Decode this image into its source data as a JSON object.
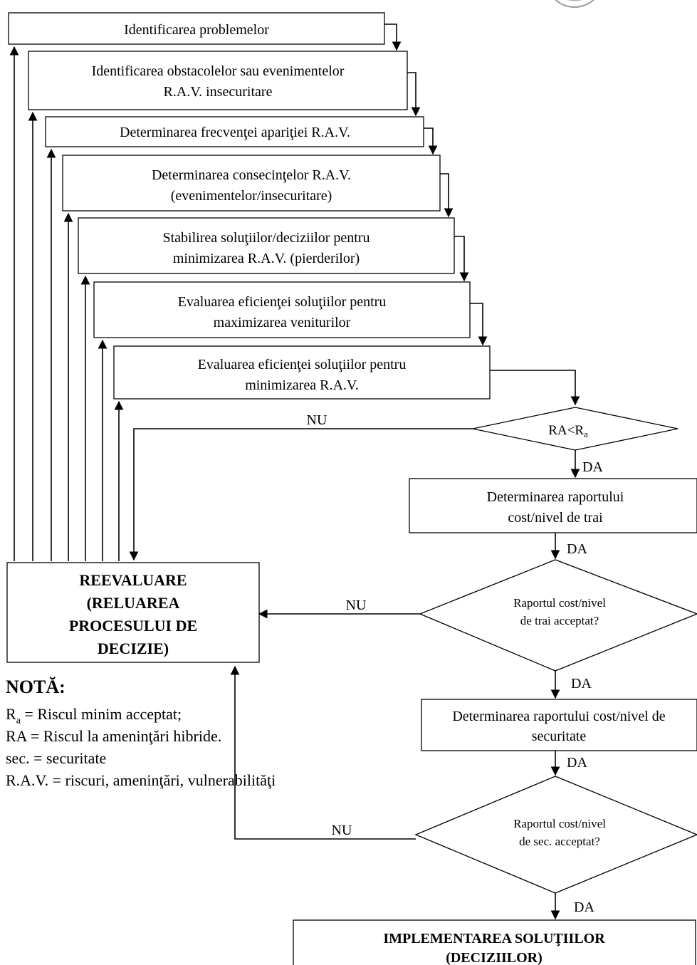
{
  "steps": [
    {
      "line1": "Identificarea problemelor",
      "line2": ""
    },
    {
      "line1": "Identificarea obstacolelor sau evenimentelor",
      "line2": "R.A.V. insecuritare"
    },
    {
      "line1": "Determinarea frecvenţei apariţiei R.A.V.",
      "line2": ""
    },
    {
      "line1": "Determinarea consecinţelor R.A.V.",
      "line2": "(evenimentelor/insecuritare)"
    },
    {
      "line1": "Stabilirea soluţiilor/deciziilor pentru",
      "line2": "minimizarea R.A.V. (pierderilor)"
    },
    {
      "line1": "Evaluarea eficienţei soluţiilor pentru",
      "line2": "maximizarea veniturilor"
    },
    {
      "line1": "Evaluarea eficienţei soluţiilor pentru",
      "line2": "minimizarea R.A.V."
    }
  ],
  "decision1": {
    "text": "RA<R",
    "sub": "a"
  },
  "box_cost_trai": {
    "line1": "Determinarea raportului",
    "line2": "cost/nivel de trai"
  },
  "decision2": {
    "line1": "Raportul cost/nivel",
    "line2": "de trai acceptat?"
  },
  "box_cost_sec": {
    "line1": "Determinarea raportului cost/nivel de",
    "line2": "securitate"
  },
  "decision3": {
    "line1": "Raportul cost/nivel",
    "line2": "de sec. acceptat?"
  },
  "reevaluare": {
    "line1": "REEVALUARE",
    "line2": "(RELUAREA",
    "line3": "PROCESULUI DE",
    "line4": "DECIZIE)"
  },
  "implementare": {
    "line1": "IMPLEMENTAREA SOLUŢIILOR",
    "line2": "(DECIZIILOR)"
  },
  "edge_labels": {
    "no": "NU",
    "yes": "DA"
  },
  "note": {
    "title": "NOTĂ:",
    "ra_sub": "a",
    "ra_text": " = Riscul minim acceptat;",
    "line2": "RA = Riscul la ameninţări hibride.",
    "line3": "sec. = securitate",
    "line4": "R.A.V. = riscuri, ameninţări, vulnerabilităţi"
  }
}
